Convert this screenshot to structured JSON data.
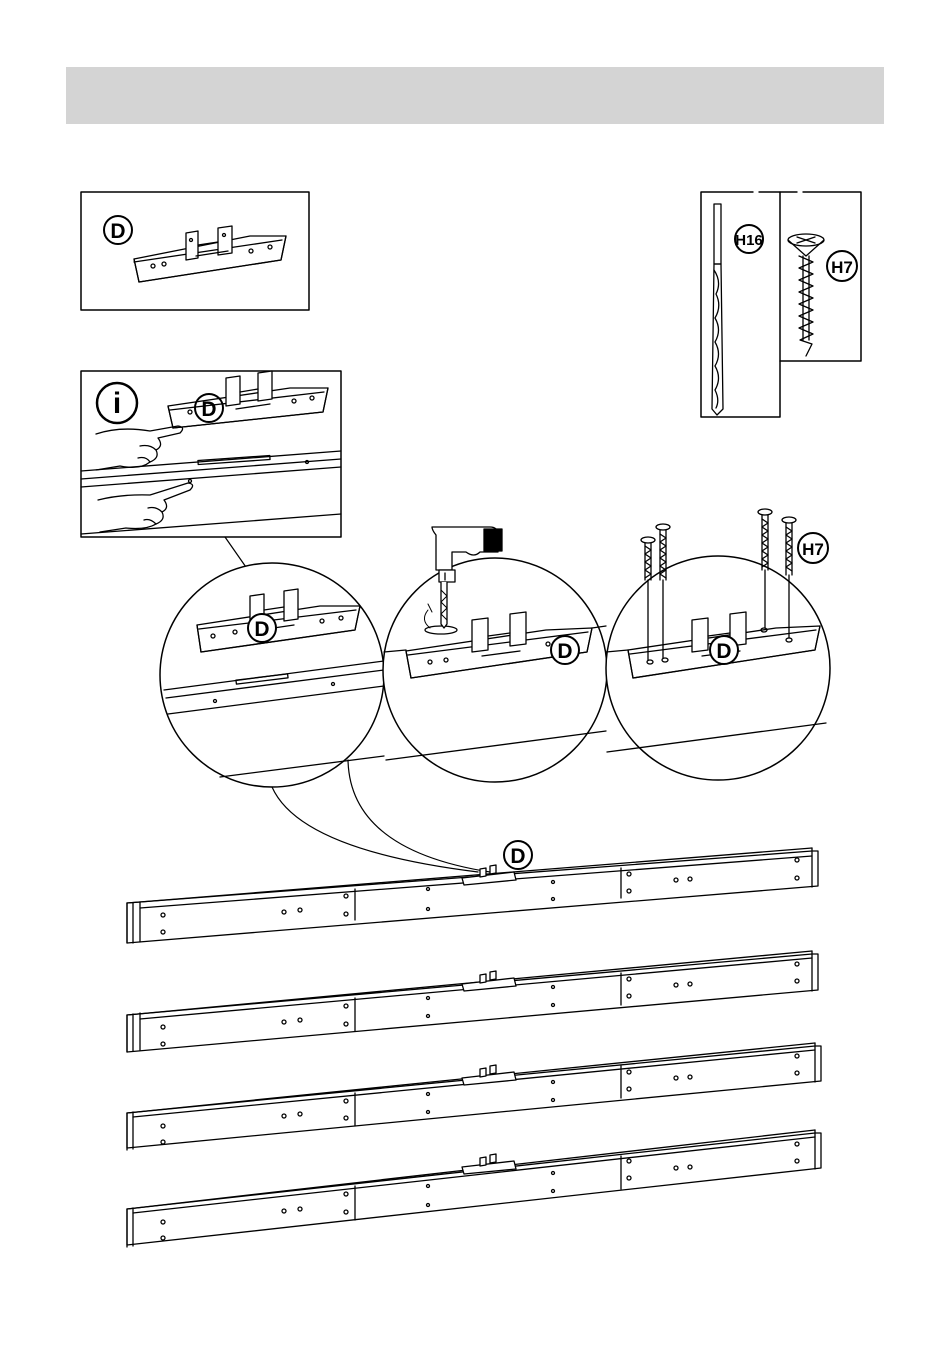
{
  "header": {
    "title": ""
  },
  "part_box": {
    "part_label": "D"
  },
  "hardware_box": {
    "drill_label": "H16",
    "screw_label": "H7"
  },
  "info_box": {
    "info_symbol": "i",
    "part_label": "D"
  },
  "detail_circles": {
    "circle1_label": "D",
    "circle2_label": "D",
    "circle3_part_label": "D",
    "circle3_screw_label": "H7"
  },
  "rails": {
    "callout_label": "D",
    "count": 4
  },
  "icons": [
    "drill-icon",
    "screw-icon",
    "info-icon",
    "hand-icon"
  ],
  "colors": {
    "line": "#000000",
    "header": "#d4d4d4",
    "background": "#ffffff"
  }
}
